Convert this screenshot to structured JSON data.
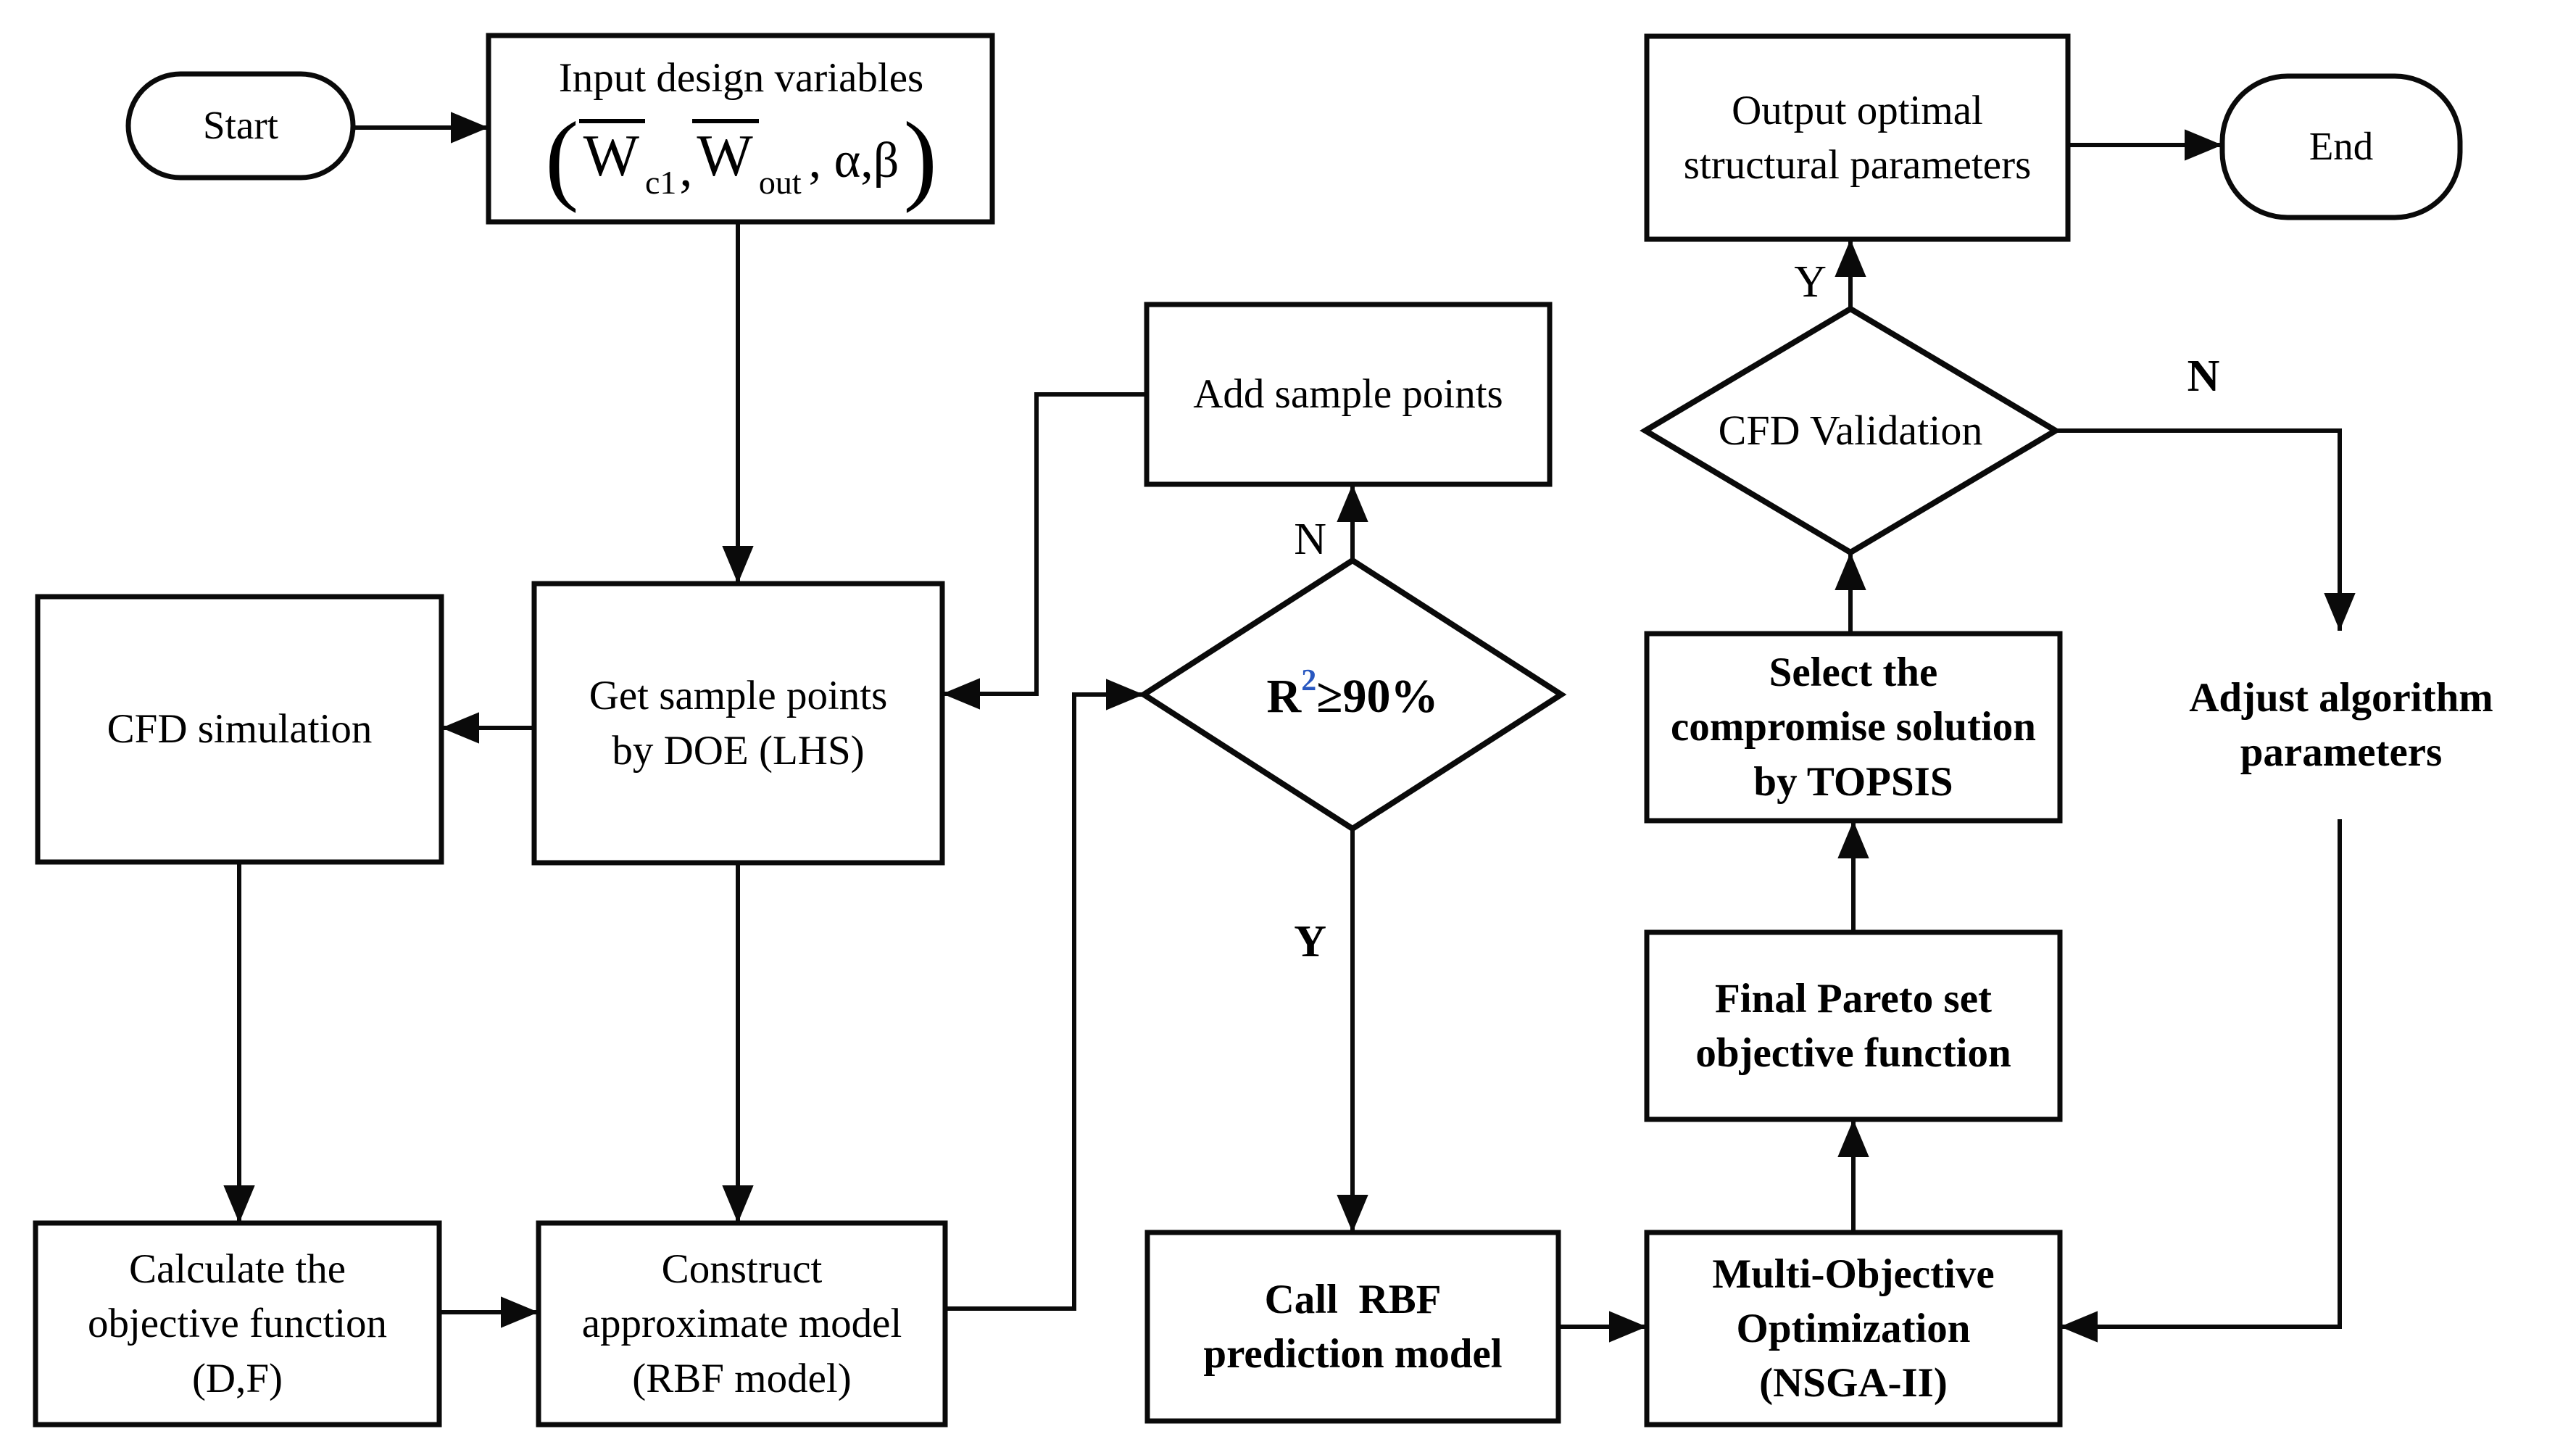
{
  "figure": {
    "background": "#ffffff",
    "ink": "#000000",
    "accent_blue": "#2857c0"
  },
  "nodes": {
    "start": {
      "label": "Start"
    },
    "end": {
      "label": "End"
    },
    "input_design": {
      "title": "Input design variables",
      "formula": {
        "open": "(",
        "w1": "W",
        "w1_sub": "c1",
        "comma": ",",
        "w2": "W",
        "w2_sub": "out",
        "tail": ", α,β",
        "close": ")"
      }
    },
    "add_sample": {
      "label": "Add sample points"
    },
    "get_sample": {
      "label": "Get sample points\nby DOE (LHS)"
    },
    "cfd_simulation": {
      "label": "CFD simulation"
    },
    "r2_check": {
      "base": "R",
      "sup": "2",
      "rest": "≥90%"
    },
    "calculate_objective": {
      "label": "Calculate the\nobjective function\n(D,F)"
    },
    "construct_model": {
      "label": "Construct\napproximate model\n(RBF model)"
    },
    "call_rbf": {
      "label": "Call  RBF\nprediction model"
    },
    "nsga": {
      "label": "Multi-Objective\nOptimization\n(NSGA-II)"
    },
    "final_pareto": {
      "label": "Final Pareto set\nobjective function"
    },
    "topsis": {
      "label": "Select the\ncompromise solution\nby TOPSIS"
    },
    "cfd_validation": {
      "label": "CFD Validation"
    },
    "output_params": {
      "label": "Output optimal\nstructural parameters"
    },
    "adjust_params": {
      "label": "Adjust algorithm\nparameters"
    }
  },
  "edge_labels": {
    "r2_no": "N",
    "r2_yes": "Y",
    "validation_yes": "Y",
    "validation_no": "N"
  }
}
